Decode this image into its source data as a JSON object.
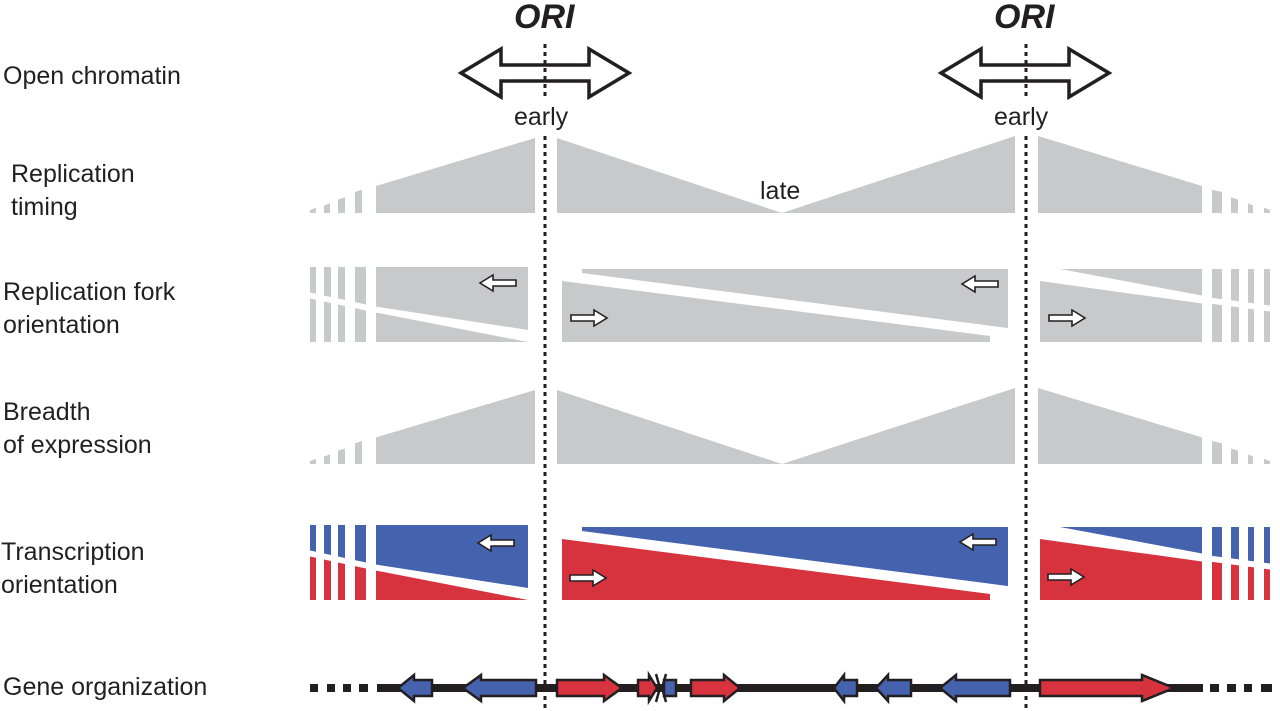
{
  "title": "Replication origin organization model",
  "ori_labels": [
    "ORI",
    "ORI"
  ],
  "early_labels": [
    "early",
    "early"
  ],
  "late_label": "late",
  "rows": [
    {
      "id": "open-chromatin",
      "label_lines": [
        "Open chromatin"
      ]
    },
    {
      "id": "replication-timing",
      "label_lines": [
        "Replication",
        "timing"
      ]
    },
    {
      "id": "replication-fork-orientation",
      "label_lines": [
        "Replication fork",
        "orientation"
      ]
    },
    {
      "id": "breadth-of-expression",
      "label_lines": [
        "Breadth",
        "of expression"
      ]
    },
    {
      "id": "transcription-orientation",
      "label_lines": [
        "Transcription",
        "orientation"
      ]
    },
    {
      "id": "gene-organization",
      "label_lines": [
        "Gene organization"
      ]
    }
  ],
  "colors": {
    "gray_fill": "#c8c9cb",
    "leftward_strand": "#4462ad",
    "rightward_strand": "#d6333e",
    "ink": "#231f20"
  },
  "genes": [
    {
      "strand": "minus",
      "color": "blue"
    },
    {
      "strand": "minus",
      "color": "blue"
    },
    {
      "strand": "plus",
      "color": "red"
    },
    {
      "strand": "plus",
      "color": "red",
      "truncated": true
    },
    {
      "strand": "none",
      "color": "blue",
      "truncated": true
    },
    {
      "strand": "plus",
      "color": "red"
    },
    {
      "strand": "minus",
      "color": "blue"
    },
    {
      "strand": "minus",
      "color": "blue"
    },
    {
      "strand": "minus",
      "color": "blue"
    },
    {
      "strand": "plus",
      "color": "red"
    }
  ]
}
